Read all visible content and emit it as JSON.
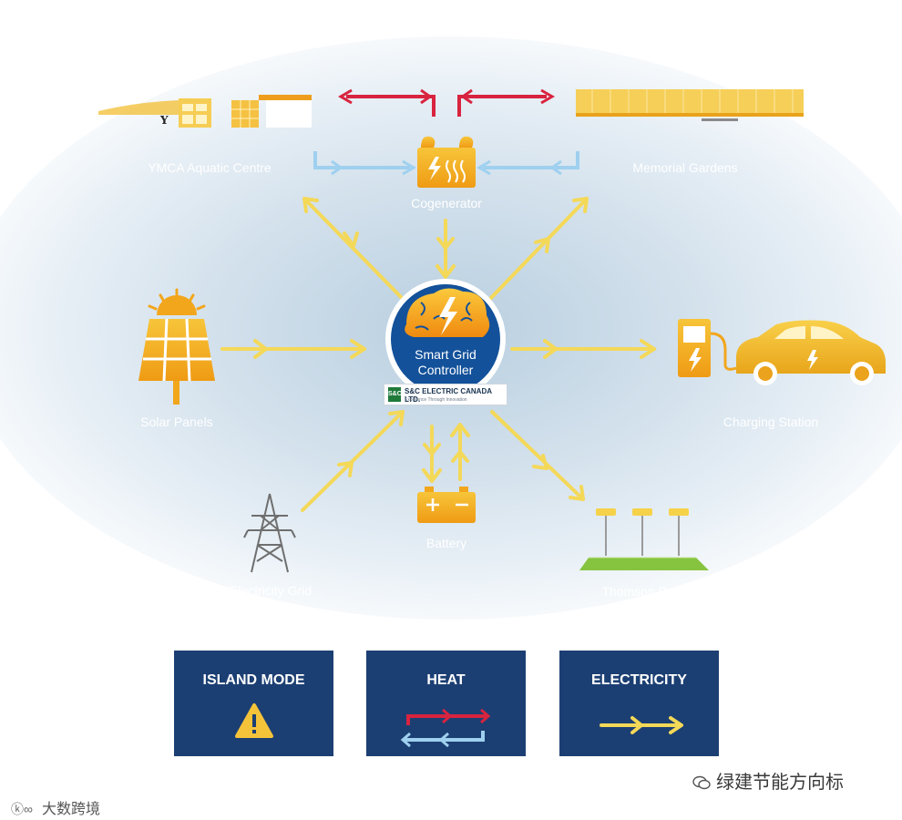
{
  "nodes": {
    "cogenerator": "Cogenerator",
    "aquatic_centre": "YMCA Aquatic Centre",
    "memorial_gardens": "Memorial Gardens",
    "solar_panels": "Solar Panels",
    "charging_station": "Charging Station",
    "electricity_grid": "Electricity Grid",
    "battery": "Battery",
    "thomson_park": "Thomson Park"
  },
  "controller": {
    "title_line1": "Smart Grid",
    "title_line2": "Controller",
    "company_name": "S&C ELECTRIC CANADA LTD.",
    "company_tagline": "Excellence Through Innovation",
    "logo_text": "S&C"
  },
  "legend": {
    "island_mode": "ISLAND MODE",
    "heat": "HEAT",
    "electricity": "ELECTRICITY"
  },
  "watermarks": {
    "right": "绿建节能方向标",
    "left": "大数跨境"
  },
  "colors": {
    "heat_red": "#d8243f",
    "heat_blue": "#9fd0ef",
    "electricity_yellow": "#f4d858",
    "icon_orange": "#f0a81c",
    "legend_navy": "#1c3f73",
    "controller_blue": "#13519a"
  }
}
